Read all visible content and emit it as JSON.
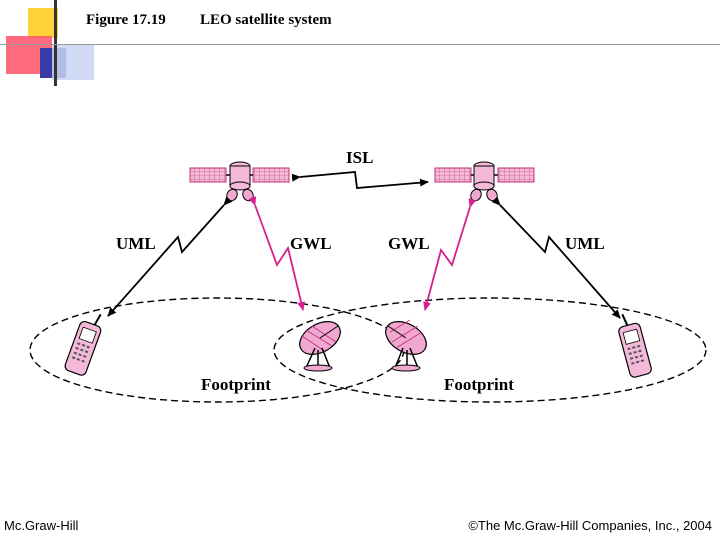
{
  "header": {
    "figure_label": "Figure 17.19",
    "title": "LEO satellite system"
  },
  "diagram": {
    "link_labels": {
      "isl": "ISL",
      "uml_left": "UML",
      "gwl_left": "GWL",
      "gwl_right": "GWL",
      "uml_right": "UML"
    },
    "footprint_labels": {
      "left": "Footprint",
      "right": "Footprint"
    }
  },
  "footer": {
    "publisher": "Mc.Graw-Hill",
    "copyright": "©The Mc.Graw-Hill Companies, Inc., 2004"
  },
  "colors": {
    "accent_yellow": "#ffd23a",
    "accent_red": "#ff5a6e",
    "accent_blue": "#3a3aa8",
    "accent_lightblue": "#c8d4f0",
    "satellite_pink": "#f4b8d8",
    "link_magenta": "#d8208c",
    "dish_pink": "#f0a8d0"
  }
}
